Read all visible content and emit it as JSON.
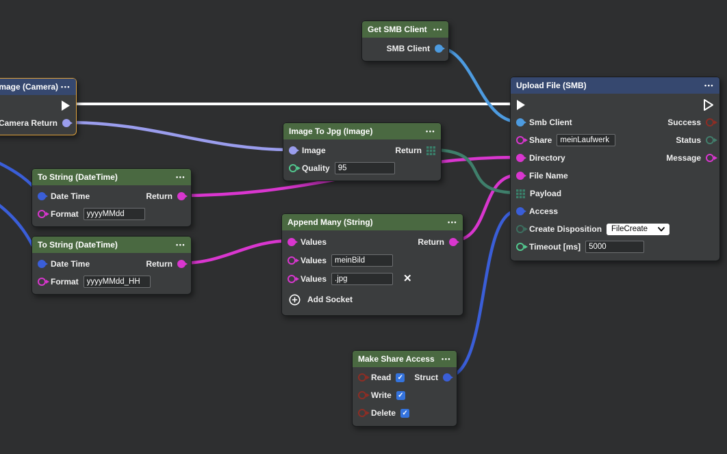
{
  "ui": {
    "menu": "•••",
    "remove": "✕",
    "check": "✓"
  },
  "colors": {
    "background": "#2e2f30",
    "node_body": "#3b3d3e",
    "header_green": "#4a6941",
    "header_blue": "#36486f",
    "selection_border": "#e2a43c",
    "port_light_blue": "#4d9be0",
    "port_royal_blue": "#3a5ed8",
    "port_lavender": "#9a9ded",
    "port_magenta": "#d936cf",
    "port_green": "#52c78e",
    "port_teal": "#427e6c",
    "port_red": "#8e2d24",
    "wire_white": "#ffffff",
    "wire_teal": "#3f7f6b"
  },
  "nodes": {
    "camera": {
      "title": "Image (Camera)",
      "out_return": "Camera Return"
    },
    "get_smb": {
      "title": "Get SMB Client",
      "out_client": "SMB Client"
    },
    "to_jpg": {
      "title": "Image To Jpg (Image)",
      "in_image": "Image",
      "in_quality": "Quality",
      "quality_value": "95",
      "out_return": "Return"
    },
    "to_string_1": {
      "title": "To String (DateTime)",
      "in_datetime": "Date Time",
      "in_format": "Format",
      "format_value": "yyyyMMdd",
      "out_return": "Return"
    },
    "to_string_2": {
      "title": "To String (DateTime)",
      "in_datetime": "Date Time",
      "in_format": "Format",
      "format_value": "yyyyMMdd_HH",
      "out_return": "Return"
    },
    "append_many": {
      "title": "Append Many (String)",
      "in_values_1": "Values",
      "in_values_2": "Values",
      "in_values_3": "Values",
      "values_2_value": "meinBild",
      "values_3_value": ".jpg",
      "add_socket": "Add Socket",
      "out_return": "Return"
    },
    "upload_file": {
      "title": "Upload File (SMB)",
      "in_smb_client": "Smb Client",
      "in_share": "Share",
      "share_value": "meinLaufwerk",
      "in_directory": "Directory",
      "in_file_name": "File Name",
      "in_payload": "Payload",
      "in_access": "Access",
      "in_create_disposition": "Create Disposition",
      "create_disposition_value": "FileCreate",
      "in_timeout": "Timeout [ms]",
      "timeout_value": "5000",
      "out_success": "Success",
      "out_status": "Status",
      "out_message": "Message"
    },
    "make_share_access": {
      "title": "Make Share Access",
      "in_read": "Read",
      "in_write": "Write",
      "in_delete": "Delete",
      "read_checked": true,
      "write_checked": true,
      "delete_checked": true,
      "out_struct": "Struct"
    }
  },
  "connections": [
    {
      "from": "Image (Camera).flow-out",
      "to": "Upload File (SMB).flow-in"
    },
    {
      "from": "Get SMB Client.SMB Client",
      "to": "Upload File (SMB).Smb Client"
    },
    {
      "from": "Image (Camera).Camera Return",
      "to": "Image To Jpg (Image).Image"
    },
    {
      "from": "offscreen-left",
      "to": "To String (DateTime)#1.Date Time"
    },
    {
      "from": "offscreen-left",
      "to": "To String (DateTime)#2.Date Time"
    },
    {
      "from": "To String (DateTime)#1.Return",
      "to": "Upload File (SMB).Directory"
    },
    {
      "from": "To String (DateTime)#2.Return",
      "to": "Append Many (String).Values"
    },
    {
      "from": "Append Many (String).Return",
      "to": "Upload File (SMB).File Name"
    },
    {
      "from": "Image To Jpg (Image).Return",
      "to": "Upload File (SMB).Payload"
    },
    {
      "from": "Make Share Access.Struct",
      "to": "Upload File (SMB).Access"
    }
  ]
}
